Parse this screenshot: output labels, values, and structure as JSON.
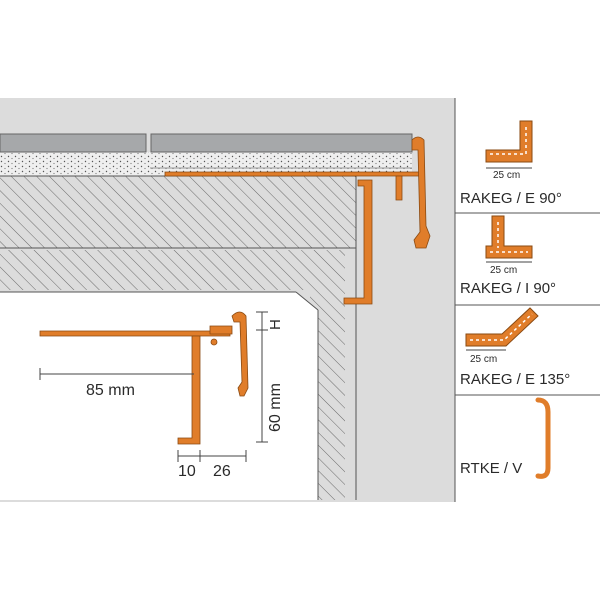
{
  "colors": {
    "profile_orange": "#e07d2a",
    "profile_outline": "#8a4a12",
    "tile_gray": "#a6a8aa",
    "panel_gray": "#dcdcdc",
    "wall_hatch": "#6a6a6a",
    "line_dark": "#333333"
  },
  "dimensions": {
    "depth": "85 mm",
    "height": "60 mm",
    "h_label": "H",
    "front_a": "10",
    "front_b": "26"
  },
  "accessories": [
    {
      "code": "RAKEG / E 90°",
      "size": "25 cm",
      "icon": "outside-corner-90-icon"
    },
    {
      "code": "RAKEG / I 90°",
      "size": "25 cm",
      "icon": "inside-corner-90-icon"
    },
    {
      "code": "RAKEG / E 135°",
      "size": "25 cm",
      "icon": "outside-corner-135-icon"
    },
    {
      "code": "RTKE / V",
      "icon": "connector-clip-icon"
    }
  ]
}
